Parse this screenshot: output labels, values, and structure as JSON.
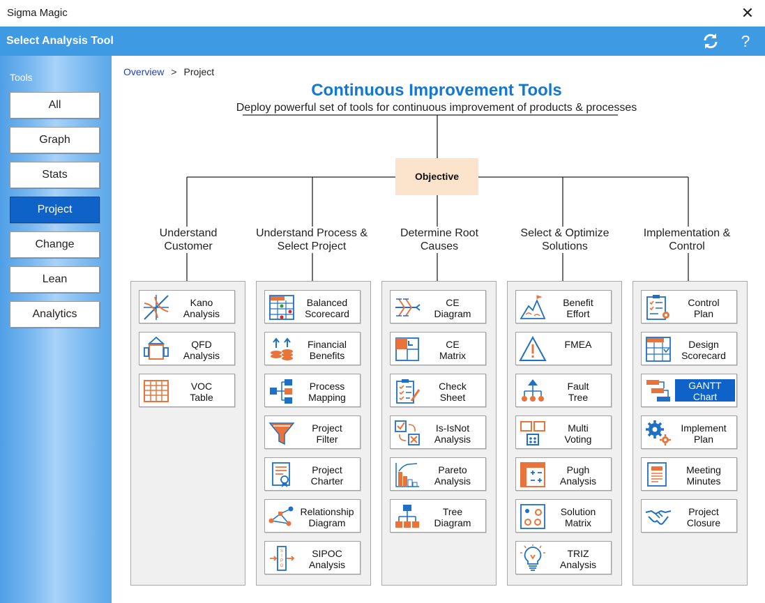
{
  "window": {
    "title": "Sigma Magic",
    "close_glyph": "✕"
  },
  "header": {
    "title": "Select Analysis Tool",
    "help_glyph": "?"
  },
  "sidebar": {
    "label": "Tools",
    "items": [
      {
        "label": "All"
      },
      {
        "label": "Graph"
      },
      {
        "label": "Stats"
      },
      {
        "label": "Project",
        "active": true
      },
      {
        "label": "Change"
      },
      {
        "label": "Lean"
      },
      {
        "label": "Analytics"
      }
    ]
  },
  "breadcrumb": {
    "root": "Overview",
    "separator": ">",
    "current": "Project"
  },
  "diagram": {
    "title": "Continuous Improvement Tools",
    "subtitle": "Deploy powerful set of tools for continuous improvement of products & processes",
    "objective": "Objective",
    "categories": [
      {
        "label": "Understand\nCustomer",
        "tools": [
          {
            "label": "Kano\nAnalysis",
            "icon": "kano-icon"
          },
          {
            "label": "QFD\nAnalysis",
            "icon": "qfd-icon"
          },
          {
            "label": "VOC\nTable",
            "icon": "table-icon"
          }
        ]
      },
      {
        "label": "Understand Process &\nSelect Project",
        "tools": [
          {
            "label": "Balanced\nScorecard",
            "icon": "scorecard-icon"
          },
          {
            "label": "Financial\nBenefits",
            "icon": "coins-icon"
          },
          {
            "label": "Process\nMapping",
            "icon": "process-map-icon"
          },
          {
            "label": "Project\nFilter",
            "icon": "funnel-icon"
          },
          {
            "label": "Project\nCharter",
            "icon": "certificate-icon"
          },
          {
            "label": "Relationship\nDiagram",
            "icon": "relationship-icon"
          },
          {
            "label": "SIPOC\nAnalysis",
            "icon": "sipoc-icon"
          }
        ]
      },
      {
        "label": "Determine Root\nCauses",
        "tools": [
          {
            "label": "CE\nDiagram",
            "icon": "fishbone-icon"
          },
          {
            "label": "CE\nMatrix",
            "icon": "matrix-icon"
          },
          {
            "label": "Check\nSheet",
            "icon": "checksheet-icon"
          },
          {
            "label": "Is-IsNot\nAnalysis",
            "icon": "isisnot-icon"
          },
          {
            "label": "Pareto\nAnalysis",
            "icon": "pareto-icon"
          },
          {
            "label": "Tree\nDiagram",
            "icon": "tree-icon"
          }
        ]
      },
      {
        "label": "Select & Optimize\nSolutions",
        "tools": [
          {
            "label": "Benefit\nEffort",
            "icon": "mountain-icon"
          },
          {
            "label": "FMEA",
            "icon": "warning-icon"
          },
          {
            "label": "Fault\nTree",
            "icon": "fault-tree-icon"
          },
          {
            "label": "Multi\nVoting",
            "icon": "voting-icon"
          },
          {
            "label": "Pugh\nAnalysis",
            "icon": "pugh-icon"
          },
          {
            "label": "Solution\nMatrix",
            "icon": "solution-matrix-icon"
          },
          {
            "label": "TRIZ\nAnalysis",
            "icon": "lightbulb-icon"
          }
        ]
      },
      {
        "label": "Implementation &\nControl",
        "tools": [
          {
            "label": "Control\nPlan",
            "icon": "control-plan-icon"
          },
          {
            "label": "Design\nScorecard",
            "icon": "design-scorecard-icon"
          },
          {
            "label": "GANTT\nChart",
            "icon": "gantt-icon",
            "selected": true
          },
          {
            "label": "Implement\nPlan",
            "icon": "gears-icon"
          },
          {
            "label": "Meeting\nMinutes",
            "icon": "minutes-icon"
          },
          {
            "label": "Project\nClosure",
            "icon": "handshake-icon"
          }
        ]
      }
    ]
  },
  "colors": {
    "accent": "#3f9ae4",
    "active": "#0f63c8",
    "title": "#1477d1",
    "objective_bg": "#fbe3cc",
    "icon_blue": "#1f6fc4",
    "icon_orange": "#e8743b"
  }
}
